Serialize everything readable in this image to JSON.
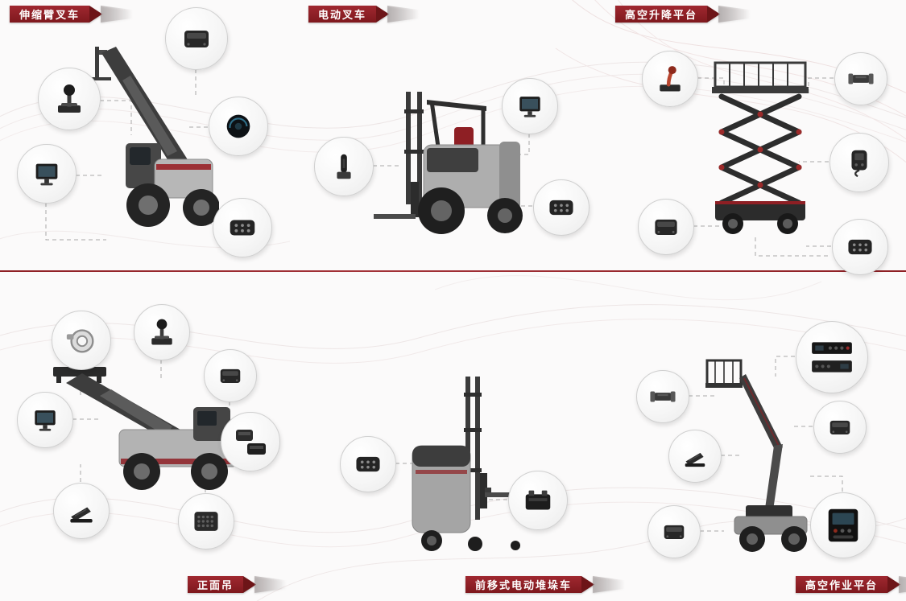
{
  "banners": {
    "top": [
      {
        "label": "伸缩臂叉车"
      },
      {
        "label": "电动叉车"
      },
      {
        "label": "高空升降平台"
      }
    ],
    "bottom": [
      {
        "label": "正面吊"
      },
      {
        "label": "前移式电动堆垛车"
      },
      {
        "label": "高空作业平台"
      }
    ]
  },
  "sections": [
    {
      "id": "telehandler",
      "label": "伸缩臂叉车",
      "components": [
        "control-module",
        "joystick",
        "controller-unit",
        "round-display",
        "connector-plate"
      ]
    },
    {
      "id": "electric-forklift",
      "label": "电动叉车",
      "components": [
        "display-unit",
        "control-lever",
        "connector-plate"
      ]
    },
    {
      "id": "scissor-lift",
      "label": "高空升降平台",
      "components": [
        "joystick-controller",
        "drive-motor",
        "cable-controller",
        "pump-module",
        "connector-plate"
      ]
    },
    {
      "id": "reach-stacker",
      "label": "正面吊",
      "components": [
        "bearing-ring",
        "joystick",
        "junction-box",
        "controller-unit",
        "module-pair",
        "foot-pedal",
        "keypad-panel"
      ]
    },
    {
      "id": "reach-truck",
      "label": "前移式电动堆垛车",
      "components": [
        "connector-plate",
        "battery-module"
      ]
    },
    {
      "id": "boom-lift",
      "label": "高空作业平台",
      "components": [
        "control-panels",
        "drive-motor",
        "foot-pedal",
        "junction-box",
        "pump-module",
        "control-panel-display"
      ]
    }
  ],
  "colors": {
    "banner_red": "#8e1f24",
    "banner_fold": "#6d1518",
    "divider_red": "#8e1f24",
    "circle_border": "#cfcfcf",
    "background": "#fbfafa",
    "accent_red": "#9c2a2a"
  }
}
